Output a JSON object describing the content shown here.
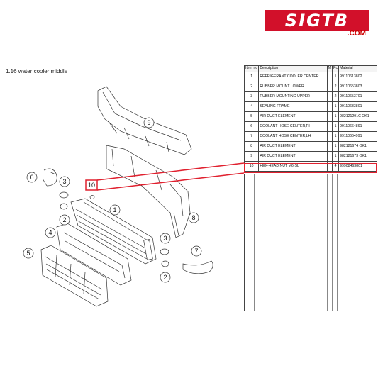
{
  "logo": {
    "text": "SIGTB",
    "domain": ".COM",
    "color": "#d2102a"
  },
  "page": {
    "title": "1.16  water cooler middle"
  },
  "table": {
    "headers": {
      "pos": "Item no",
      "description": "Description",
      "m": "M",
      "pc": "Pc",
      "material": "Material"
    },
    "rows": [
      {
        "pos": "1",
        "description": "REFRIGERANT COOLER CENTER",
        "pc": "1",
        "material": "99110613802"
      },
      {
        "pos": "2",
        "description": "RUBBER MOUNT LOWER",
        "pc": "2",
        "material": "99110653803"
      },
      {
        "pos": "3",
        "description": "RUBBER MOUNTING UPPER",
        "pc": "2",
        "material": "99110653701"
      },
      {
        "pos": "4",
        "description": "SEALING FRAME",
        "pc": "1",
        "material": "99110633801"
      },
      {
        "pos": "5",
        "description": "AIR DUCT ELEMENT",
        "pc": "1",
        "material": "982121291C OK1"
      },
      {
        "pos": "6",
        "description": "COOLANT HOSE CENTER,RH",
        "pc": "1",
        "material": "99110664891"
      },
      {
        "pos": "7",
        "description": "COOLANT HOSE CENTER,LH",
        "pc": "1",
        "material": "99110664991"
      },
      {
        "pos": "8",
        "description": "AIR DUCT ELEMENT",
        "pc": "1",
        "material": "982121674 OK1"
      },
      {
        "pos": "9",
        "description": "AIR DUCT ELEMENT",
        "pc": "1",
        "material": "982121673 OK1"
      },
      {
        "pos": "10",
        "description": "HEX-HEAD NUT M6-SL",
        "pc": "4",
        "material": "99908463801"
      }
    ],
    "highlight_color": "#e0212f"
  },
  "diagram": {
    "callouts": [
      "1",
      "2",
      "2",
      "3",
      "3",
      "4",
      "5",
      "6",
      "7",
      "8",
      "9",
      "10"
    ],
    "highlighted_callout": "10"
  }
}
